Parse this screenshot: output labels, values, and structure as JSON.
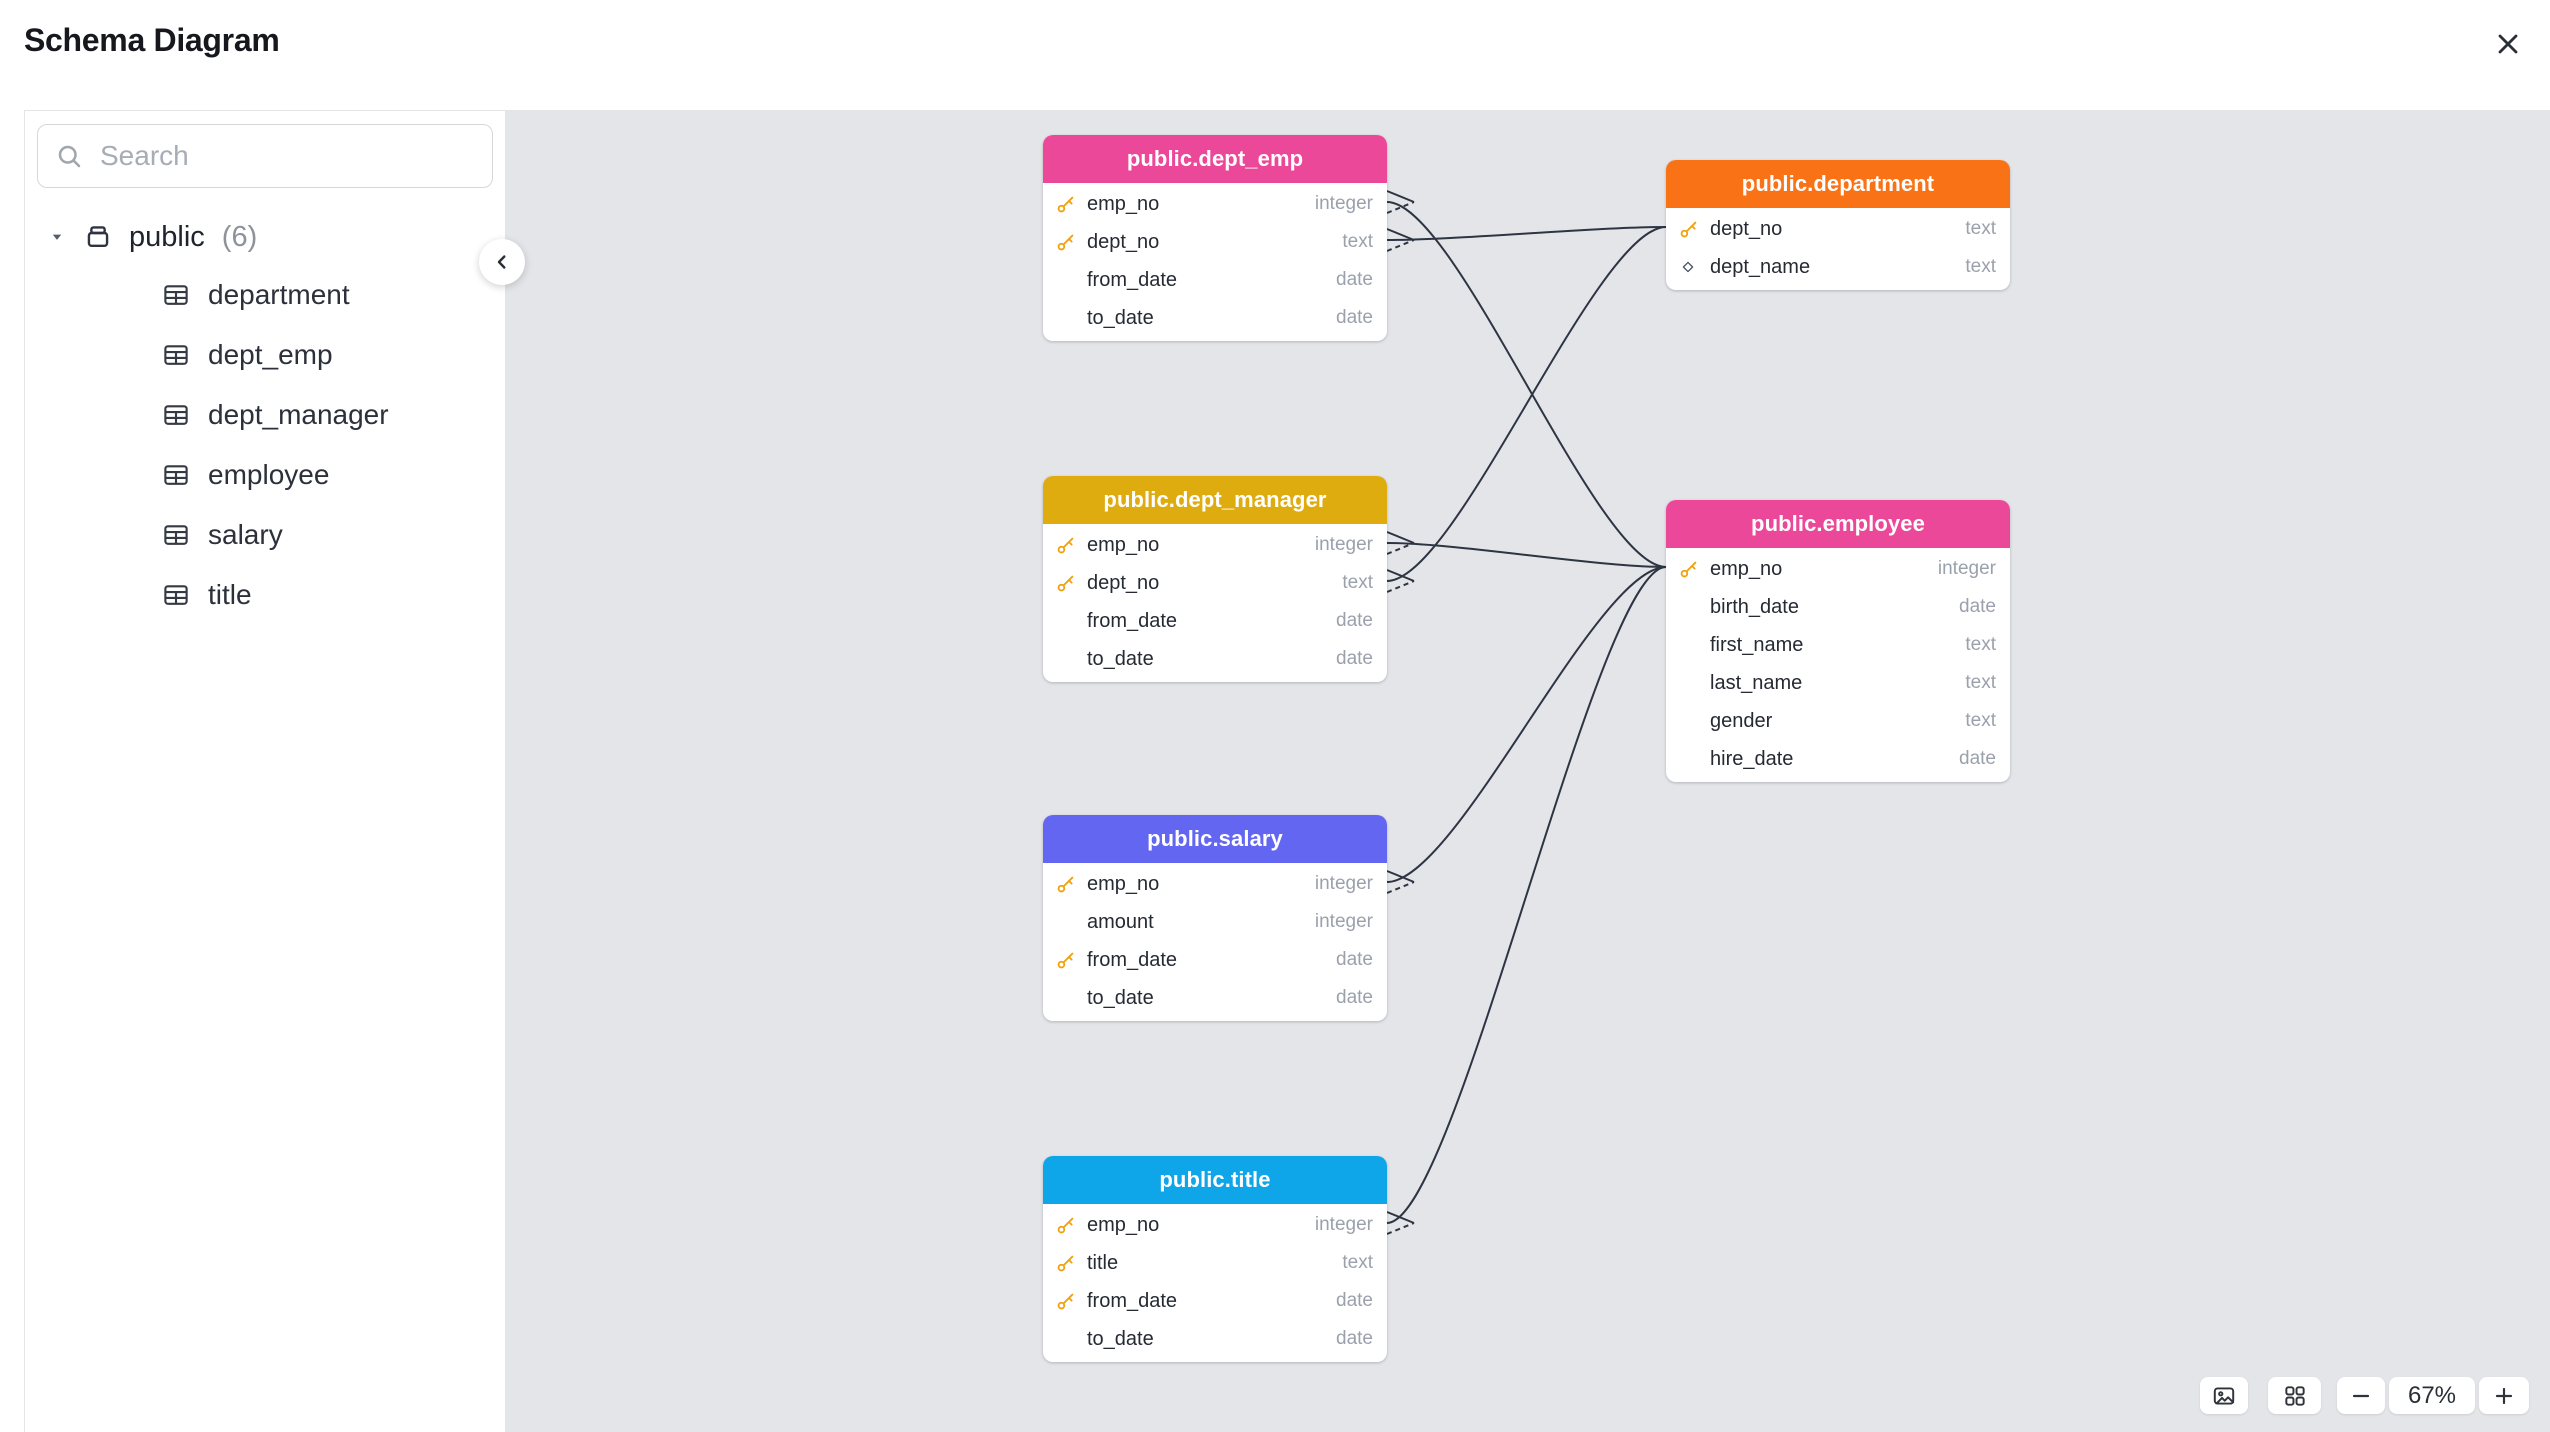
{
  "window": {
    "title": "Schema Diagram"
  },
  "sidebar": {
    "search_placeholder": "Search",
    "schema_label": "public",
    "schema_count": "(6)",
    "tables": [
      "department",
      "dept_emp",
      "dept_manager",
      "employee",
      "salary",
      "title"
    ]
  },
  "canvas": {
    "nodes": [
      {
        "id": "dept_emp",
        "title": "public.dept_emp",
        "header_color": "#ec4899",
        "columns": [
          {
            "name": "emp_no",
            "type": "integer",
            "key": true
          },
          {
            "name": "dept_no",
            "type": "text",
            "key": true
          },
          {
            "name": "from_date",
            "type": "date"
          },
          {
            "name": "to_date",
            "type": "date"
          }
        ]
      },
      {
        "id": "department",
        "title": "public.department",
        "header_color": "#f97316",
        "columns": [
          {
            "name": "dept_no",
            "type": "text",
            "key": true
          },
          {
            "name": "dept_name",
            "type": "text",
            "unique": true
          }
        ]
      },
      {
        "id": "dept_manager",
        "title": "public.dept_manager",
        "header_color": "#dfac10",
        "columns": [
          {
            "name": "emp_no",
            "type": "integer",
            "key": true
          },
          {
            "name": "dept_no",
            "type": "text",
            "key": true
          },
          {
            "name": "from_date",
            "type": "date"
          },
          {
            "name": "to_date",
            "type": "date"
          }
        ]
      },
      {
        "id": "employee",
        "title": "public.employee",
        "header_color": "#ec4899",
        "columns": [
          {
            "name": "emp_no",
            "type": "integer",
            "key": true
          },
          {
            "name": "birth_date",
            "type": "date"
          },
          {
            "name": "first_name",
            "type": "text"
          },
          {
            "name": "last_name",
            "type": "text"
          },
          {
            "name": "gender",
            "type": "text"
          },
          {
            "name": "hire_date",
            "type": "date"
          }
        ]
      },
      {
        "id": "salary",
        "title": "public.salary",
        "header_color": "#6366f1",
        "columns": [
          {
            "name": "emp_no",
            "type": "integer",
            "key": true
          },
          {
            "name": "amount",
            "type": "integer"
          },
          {
            "name": "from_date",
            "type": "date",
            "key": true
          },
          {
            "name": "to_date",
            "type": "date"
          }
        ]
      },
      {
        "id": "title",
        "title": "public.title",
        "header_color": "#0ea5e9",
        "columns": [
          {
            "name": "emp_no",
            "type": "integer",
            "key": true
          },
          {
            "name": "title",
            "type": "text",
            "key": true
          },
          {
            "name": "from_date",
            "type": "date",
            "key": true
          },
          {
            "name": "to_date",
            "type": "date"
          }
        ]
      }
    ],
    "edges": [
      {
        "from": "dept_emp.emp_no",
        "to": "employee.emp_no"
      },
      {
        "from": "dept_emp.dept_no",
        "to": "department.dept_no"
      },
      {
        "from": "dept_manager.emp_no",
        "to": "employee.emp_no"
      },
      {
        "from": "dept_manager.dept_no",
        "to": "department.dept_no"
      },
      {
        "from": "salary.emp_no",
        "to": "employee.emp_no"
      },
      {
        "from": "title.emp_no",
        "to": "employee.emp_no"
      }
    ]
  },
  "controls": {
    "zoom_level": "67%"
  }
}
